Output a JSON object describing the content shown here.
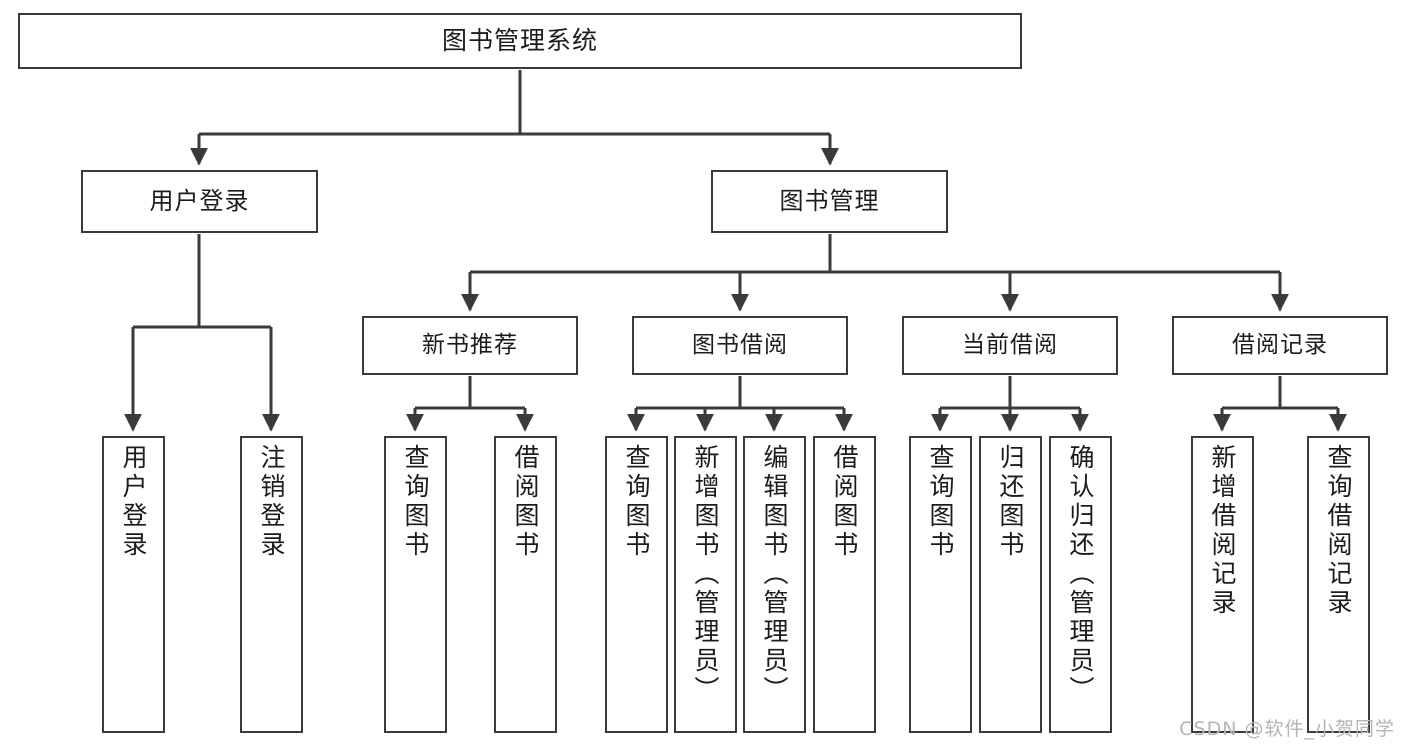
{
  "diagram": {
    "type": "tree-hierarchy",
    "title": "图书管理系统",
    "watermark": "CSDN @软件_小贺同学",
    "colors": {
      "box_border": "#3a3a3a",
      "box_fill": "#ffffff",
      "edge": "#3a3a3a",
      "text": "#1c1c1c",
      "watermark": "#b4b4b4",
      "background": "#ffffff"
    },
    "nodes": {
      "root": {
        "label": "图书管理系统"
      },
      "level2": [
        {
          "id": "user-login",
          "label": "用户登录"
        },
        {
          "id": "book-manage",
          "label": "图书管理"
        }
      ],
      "level3": [
        {
          "id": "new-book-recommend",
          "label": "新书推荐"
        },
        {
          "id": "book-borrow",
          "label": "图书借阅"
        },
        {
          "id": "current-borrow",
          "label": "当前借阅"
        },
        {
          "id": "borrow-record",
          "label": "借阅记录"
        }
      ],
      "leaves": {
        "user-login": [
          {
            "id": "leaf-user-login",
            "label": "用户登录"
          },
          {
            "id": "leaf-logout-login",
            "label": "注销登录"
          }
        ],
        "new-book-recommend": [
          {
            "id": "leaf-query-book-1",
            "label": "查询图书"
          },
          {
            "id": "leaf-borrow-book-1",
            "label": "借阅图书"
          }
        ],
        "book-borrow": [
          {
            "id": "leaf-query-book-2",
            "label": "查询图书"
          },
          {
            "id": "leaf-add-book",
            "label": "新增图书（管理员）"
          },
          {
            "id": "leaf-edit-book",
            "label": "编辑图书（管理员）"
          },
          {
            "id": "leaf-borrow-book-2",
            "label": "借阅图书"
          }
        ],
        "current-borrow": [
          {
            "id": "leaf-query-book-3",
            "label": "查询图书"
          },
          {
            "id": "leaf-return-book",
            "label": "归还图书"
          },
          {
            "id": "leaf-confirm-return",
            "label": "确认归还（管理员）"
          }
        ],
        "borrow-record": [
          {
            "id": "leaf-add-record",
            "label": "新增借阅记录"
          },
          {
            "id": "leaf-query-record",
            "label": "查询借阅记录"
          }
        ]
      }
    }
  }
}
